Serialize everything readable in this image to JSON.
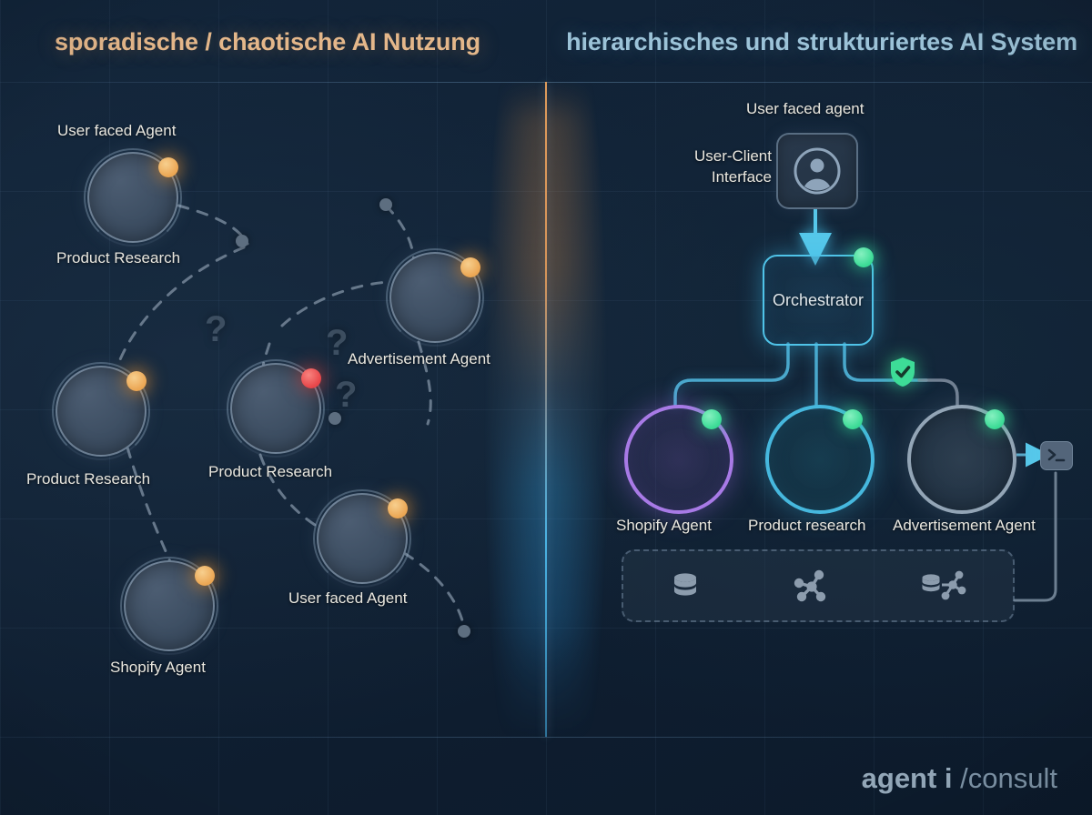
{
  "headers": {
    "left_title": "sporadische / chaotische AI Nutzung",
    "right_title": "hierarchisches und strukturiertes AI System"
  },
  "colors": {
    "left_accent": "#e4b78a",
    "right_accent": "#9cc3d8",
    "status_amber": "#eca856",
    "status_red": "#e8484b",
    "status_green": "#3ddc97",
    "orchestrator": "#4fc3e8",
    "shopify_ring": "#a87ae6",
    "product_ring": "#46b8de",
    "advert_ring": "#93a5b6",
    "background": "#0d1b2a"
  },
  "chaotic_side": {
    "nodes": [
      {
        "title": "User faced Agent",
        "caption": "Product Research",
        "status": "amber"
      },
      {
        "title": "",
        "caption": "Advertisement Agent",
        "status": "amber"
      },
      {
        "title": "",
        "caption": "Product Research",
        "status": "amber"
      },
      {
        "title": "",
        "caption": "Product Research",
        "status": "red"
      },
      {
        "title": "",
        "caption": "User faced Agent",
        "status": "amber"
      },
      {
        "title": "",
        "caption": "Shopify Agent",
        "status": "amber"
      }
    ],
    "question_marks": [
      "?",
      "?",
      "?"
    ]
  },
  "structured_side": {
    "user_agent_label": "User faced agent",
    "interface_label_line1": "User-Client",
    "interface_label_line2": "Interface",
    "orchestrator_label": "Orchestrator",
    "agents": [
      {
        "label": "Shopify Agent",
        "status": "green",
        "ring": "purple"
      },
      {
        "label": "Product research",
        "status": "green",
        "ring": "cyan"
      },
      {
        "label": "Advertisement Agent",
        "status": "green",
        "ring": "gray"
      }
    ],
    "tools": [
      {
        "name": "database-icon"
      },
      {
        "name": "network-graph-icon"
      },
      {
        "name": "database-network-icon"
      }
    ],
    "terminal_prompt": ">_",
    "security_badge": "shield-check-icon"
  },
  "branding": {
    "name": "agent i",
    "suffix": " /consult"
  }
}
